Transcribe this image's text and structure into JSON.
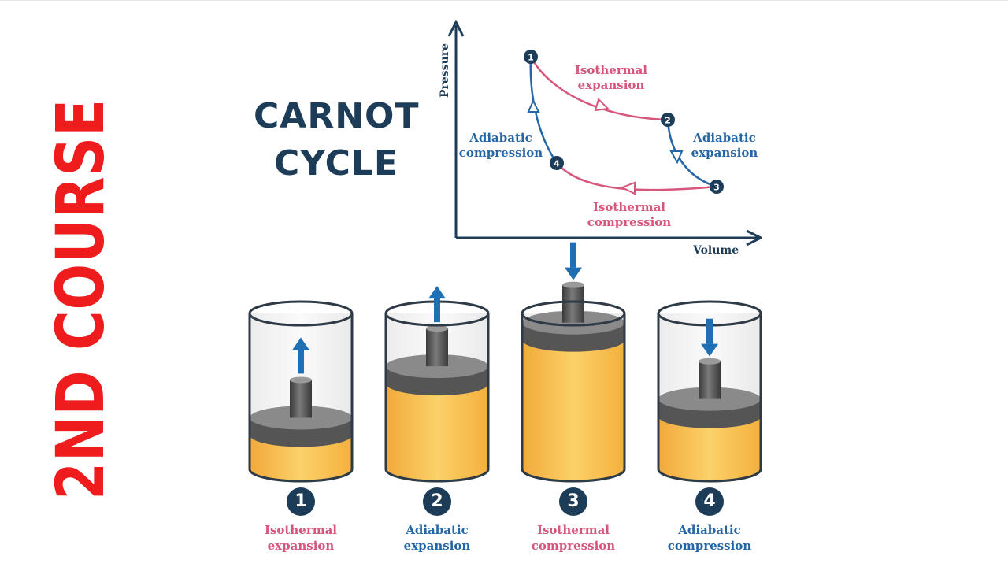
{
  "side_text": "2ND COURSE",
  "title": {
    "line1": "CARNOT",
    "line2": "CYCLE"
  },
  "graph": {
    "y_axis_label": "Pressure",
    "x_axis_label": "Volume",
    "points": [
      "1",
      "2",
      "3",
      "4"
    ],
    "segments": [
      {
        "line1": "Isothermal",
        "line2": "expansion",
        "color": "#d5577c"
      },
      {
        "line1": "Adiabatic",
        "line2": "expansion",
        "color": "#2466a6"
      },
      {
        "line1": "Isothermal",
        "line2": "compression",
        "color": "#d5577c"
      },
      {
        "line1": "Adiabatic",
        "line2": "compression",
        "color": "#2466a6"
      }
    ]
  },
  "steps": [
    {
      "number": "1",
      "line1": "Isothermal",
      "line2": "expansion",
      "color": "#d5577c",
      "gas_level": 0.22,
      "arrow": "up"
    },
    {
      "number": "2",
      "line1": "Adiabatic",
      "line2": "expansion",
      "color": "#2466a6",
      "gas_level": 0.55,
      "arrow": "up"
    },
    {
      "number": "3",
      "line1": "Isothermal",
      "line2": "compression",
      "color": "#d5577c",
      "gas_level": 0.83,
      "arrow": "down"
    },
    {
      "number": "4",
      "line1": "Adiabatic",
      "line2": "compression",
      "color": "#2466a6",
      "gas_level": 0.34,
      "arrow": "down"
    }
  ],
  "colors": {
    "navy": "#1d3c58",
    "pink": "#d5577c",
    "blue": "#2466a6",
    "red": "#ee1c1c",
    "gas": "#f4b63c"
  }
}
